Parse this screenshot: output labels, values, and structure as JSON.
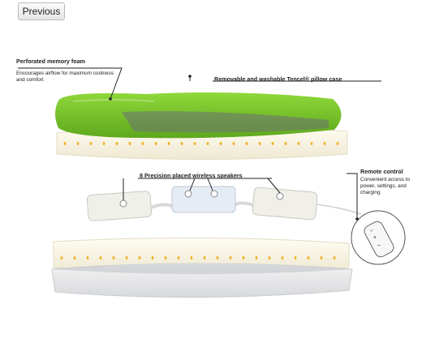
{
  "toolbar": {
    "previous_label": "Previous"
  },
  "callouts": {
    "foam": {
      "title": "Perforated memory foam",
      "desc": "Encourages airflow for maximum coolness and comfort"
    },
    "case": {
      "title": "Removable and washable Tencel® pillow case"
    },
    "speakers": {
      "title": "8 Precision placed wireless speakers"
    },
    "remote": {
      "title": "Remote control",
      "desc": "Convenient access to power, settings, and charging"
    }
  },
  "remote_buttons": {
    "top": "○",
    "middle": "+",
    "bottom": "–"
  },
  "colors": {
    "case_green": "#7ccb2a",
    "foam": "#f7f3e4",
    "perforation": "#f0b323",
    "line": "#222222"
  }
}
